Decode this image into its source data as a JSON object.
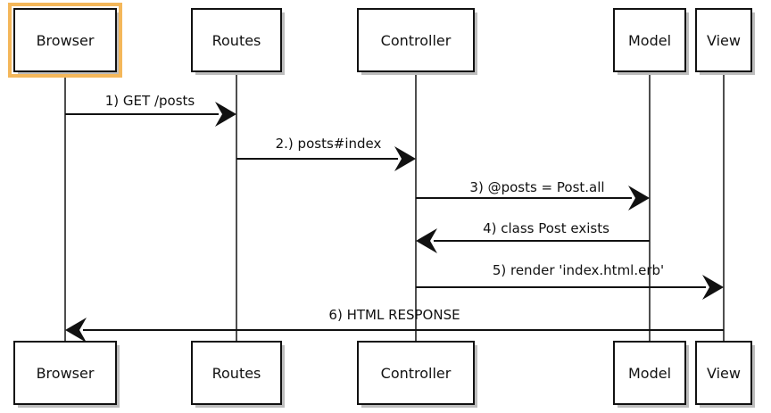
{
  "participants": [
    {
      "id": "browser",
      "label": "Browser"
    },
    {
      "id": "routes",
      "label": "Routes"
    },
    {
      "id": "controller",
      "label": "Controller"
    },
    {
      "id": "model",
      "label": "Model"
    },
    {
      "id": "view",
      "label": "View"
    }
  ],
  "messages": [
    {
      "label": "1) GET /posts",
      "from": "browser",
      "to": "routes"
    },
    {
      "label": "2.) posts#index",
      "from": "routes",
      "to": "controller"
    },
    {
      "label": "3) @posts = Post.all",
      "from": "controller",
      "to": "model"
    },
    {
      "label": "4) class Post exists",
      "from": "model",
      "to": "controller"
    },
    {
      "label": "5) render 'index.html.erb'",
      "from": "controller",
      "to": "view"
    },
    {
      "label": "6) HTML RESPONSE",
      "from": "view",
      "to": "browser"
    }
  ],
  "highlighted_participant": "browser",
  "colors": {
    "highlight": "#f4b75a",
    "ink": "#111111"
  }
}
